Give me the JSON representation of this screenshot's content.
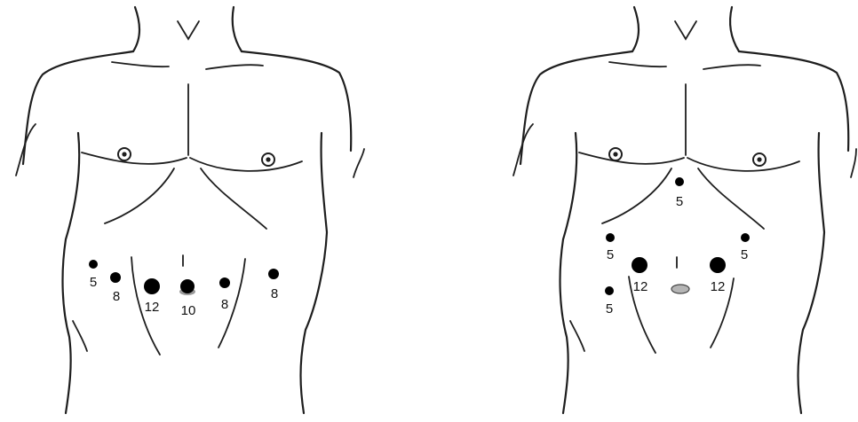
{
  "panels": [
    {
      "id": "left",
      "ports": [
        {
          "label": "5",
          "size": 5
        },
        {
          "label": "8",
          "size": 8
        },
        {
          "label": "12",
          "size": 12
        },
        {
          "label": "10",
          "size": 10
        },
        {
          "label": "8",
          "size": 8
        },
        {
          "label": "8",
          "size": 8
        }
      ]
    },
    {
      "id": "right",
      "ports": [
        {
          "label": "5",
          "size": 5
        },
        {
          "label": "5",
          "size": 5
        },
        {
          "label": "5",
          "size": 5
        },
        {
          "label": "12",
          "size": 12
        },
        {
          "label": "12",
          "size": 12
        },
        {
          "label": "5",
          "size": 5
        }
      ]
    }
  ]
}
